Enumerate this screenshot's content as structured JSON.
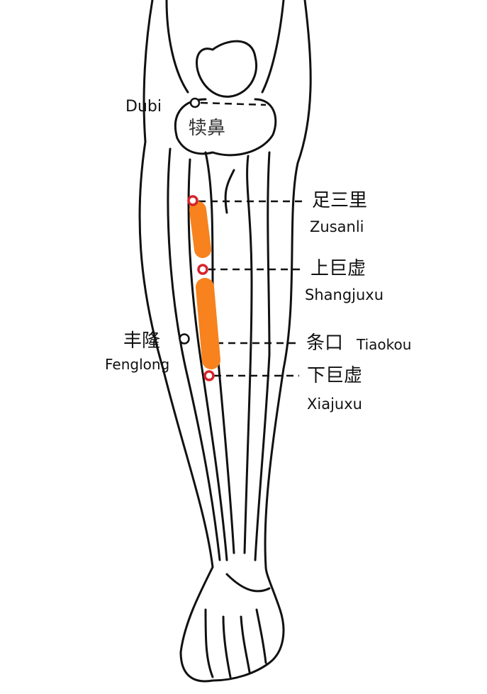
{
  "points": {
    "dubi": {
      "en": "Dubi",
      "cn": "犊鼻"
    },
    "zusanli": {
      "en": "Zusanli",
      "cn": "足三里"
    },
    "shangjuxu": {
      "en": "Shangjuxu",
      "cn": "上巨虚"
    },
    "fenglong": {
      "en": "Fenglong",
      "cn": "丰隆"
    },
    "tiaokou": {
      "en": "Tiaokou",
      "cn": "条口"
    },
    "xiajuxu": {
      "en": "Xiajuxu",
      "cn": "下巨虚"
    }
  },
  "colors": {
    "highlight": "#f7821e",
    "point_marker": "#d8232a",
    "line": "#111111"
  }
}
